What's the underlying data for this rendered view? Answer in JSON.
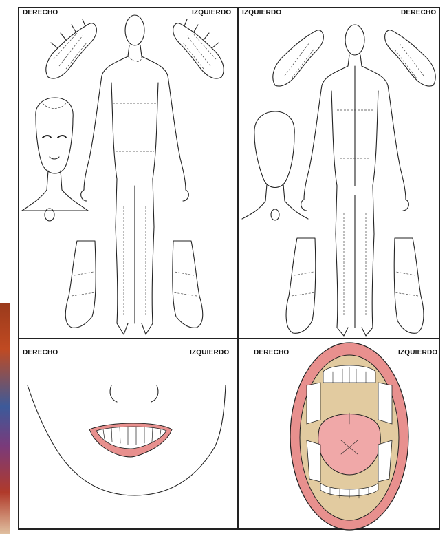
{
  "panels": {
    "front": {
      "label_left": "DERECHO",
      "label_right": "IZQUIERDO"
    },
    "back": {
      "label_left": "IZQUIERDO",
      "label_right": "DERECHO"
    },
    "face": {
      "label_left": "DERECHO",
      "label_right": "IZQUIERDO"
    },
    "mouth": {
      "label_left": "DERECHO",
      "label_right": "IZQUIERDO"
    }
  },
  "colors": {
    "lips": "#e8908e",
    "tongue": "#f0a8a8",
    "palate": "#e2cba0",
    "outline": "#222222"
  }
}
